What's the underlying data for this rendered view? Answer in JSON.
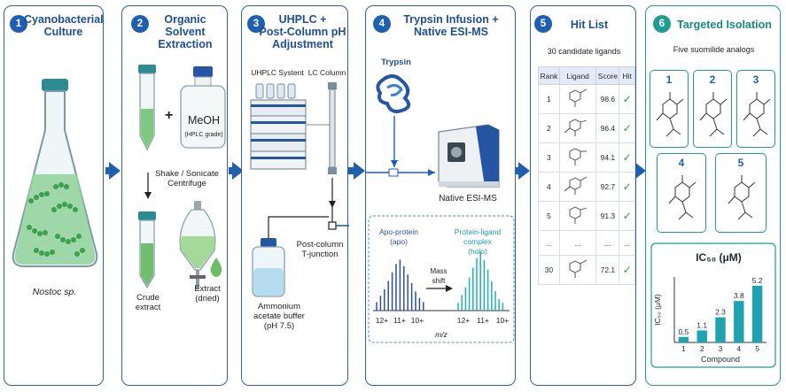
{
  "panels": {
    "p1": {
      "num": "1",
      "title_line1": "Cyanobacterial",
      "title_line2": "Culture",
      "organism": "Nostoc sp."
    },
    "p2": {
      "num": "2",
      "title_line1": "Organic Solvent",
      "title_line2": "Extraction",
      "plus": "+",
      "meoh": "MeOH",
      "meoh_grade": "(HPLC grade)",
      "step_line1": "Shake / Sonicate",
      "step_line2": "Centrifuge",
      "crude_line1": "Crude",
      "crude_line2": "extract",
      "dried_line1": "Extract",
      "dried_line2": "(dried)"
    },
    "p3": {
      "num": "3",
      "title_line1": "UHPLC +",
      "title_line2": "Post-Column pH",
      "title_line3": "Adjustment",
      "uhplc_label": "UHPLC Systent",
      "column_label": "LC Column",
      "tjunction_line1": "Post-column",
      "tjunction_line2": "T-junction",
      "buffer_line1": "Ammonium",
      "buffer_line2": "acetate buffer",
      "buffer_line3": "(pH 7.5)"
    },
    "p4": {
      "num": "4",
      "title_line1": "Trypsin Infusion +",
      "title_line2": "Native ESI-MS",
      "trypsin_label": "Trypsin",
      "ms_label": "Native ESI-MS",
      "apo_line1": "Apo-protein",
      "apo_line2": "(apo)",
      "holo_line1": "Protein-ligand complex",
      "holo_line2": "(holo)",
      "shift_line1": "Mass",
      "shift_line2": "shift",
      "charges_apo": [
        "12+",
        "11+",
        "10+"
      ],
      "charges_holo": [
        "12+",
        "11+",
        "10+"
      ],
      "xaxis": "m/z"
    },
    "p5": {
      "num": "5",
      "title": "Hit List",
      "subtitle": "30 candidate ligands",
      "headers": [
        "Rank",
        "Ligand",
        "Score",
        "Hit"
      ],
      "rows": [
        {
          "rank": "1",
          "score": "98.6",
          "hit": "✓"
        },
        {
          "rank": "2",
          "score": "96.4",
          "hit": "✓"
        },
        {
          "rank": "3",
          "score": "94.1",
          "hit": "✓"
        },
        {
          "rank": "4",
          "score": "92.7",
          "hit": "✓"
        },
        {
          "rank": "5",
          "score": "91.3",
          "hit": "✓"
        },
        {
          "rank": "...",
          "score": "...",
          "hit": "..."
        },
        {
          "rank": "30",
          "score": "72.1",
          "hit": "✓"
        }
      ]
    },
    "p6": {
      "num": "6",
      "title": "Targeted Isolation",
      "subtitle": "Five suomilide analogs",
      "compounds": [
        "1",
        "2",
        "3",
        "4",
        "5"
      ]
    }
  },
  "chart_data": {
    "type": "bar",
    "title": "IC₅₀ (μM)",
    "xlabel": "Compound",
    "ylabel": "IC₅₀ (μM)",
    "categories": [
      "1",
      "2",
      "3",
      "4",
      "5"
    ],
    "values": [
      0.5,
      1.1,
      2.3,
      3.8,
      5.2
    ],
    "value_labels": [
      "0.5",
      "1.1",
      "2.3",
      "3.8",
      "5.2"
    ],
    "ylim": [
      0,
      6
    ],
    "bar_color": "#1fa3b0"
  },
  "colors": {
    "primary": "#1f5fb0",
    "teal": "#1f9d93",
    "apo": "#2d4f9e",
    "holo": "#1fb0b5"
  }
}
